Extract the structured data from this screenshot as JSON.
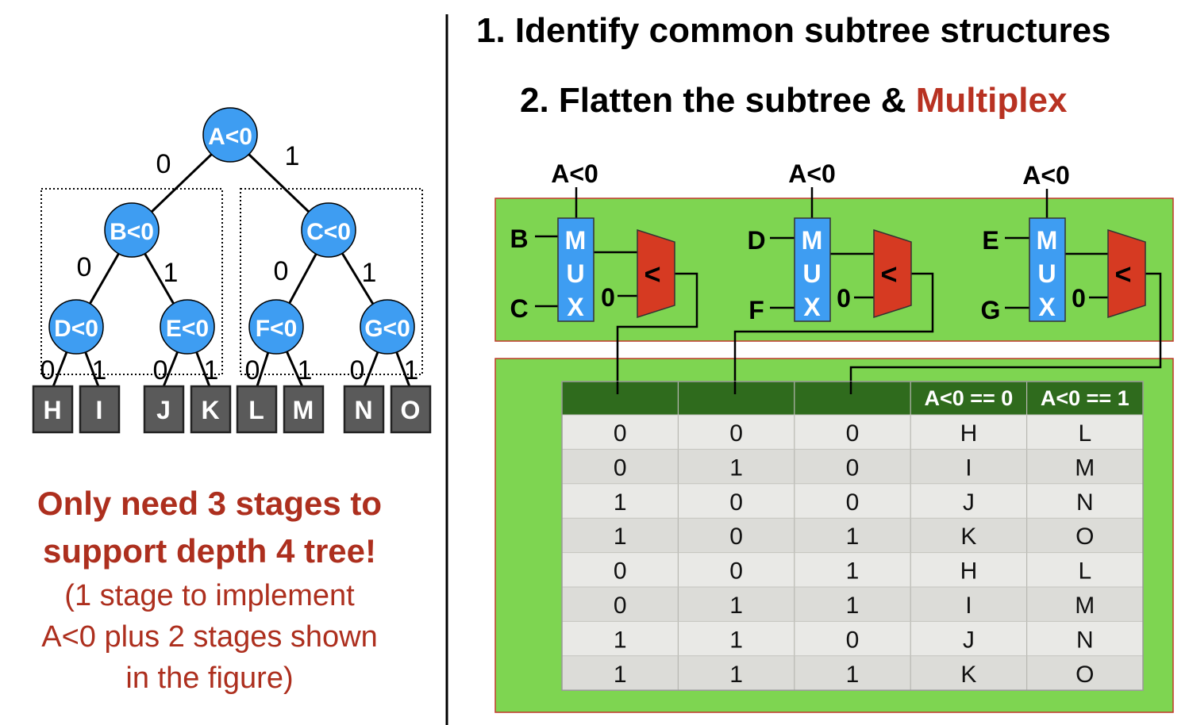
{
  "headings": {
    "step1": "1. Identify common subtree structures",
    "step2_prefix": "2. Flatten the subtree & ",
    "step2_accent": "Multiplex"
  },
  "tree": {
    "root": "A<0",
    "level1": [
      "B<0",
      "C<0"
    ],
    "level2": [
      "D<0",
      "E<0",
      "F<0",
      "G<0"
    ],
    "leaves": [
      "H",
      "I",
      "J",
      "K",
      "L",
      "M",
      "N",
      "O"
    ],
    "edge_labels": {
      "left": "0",
      "right": "1"
    }
  },
  "caption": {
    "bold_line1": "Only need 3 stages to",
    "bold_line2": "support depth 4 tree!",
    "line3": "(1 stage to implement",
    "line4": "A<0 plus 2 stages shown",
    "line5": "in the figure)"
  },
  "muxes": [
    {
      "select": "A<0",
      "in_top": "B",
      "in_bottom": "C",
      "mux_letters": [
        "M",
        "U",
        "X"
      ],
      "const": "0",
      "cmp": "<"
    },
    {
      "select": "A<0",
      "in_top": "D",
      "in_bottom": "F",
      "mux_letters": [
        "M",
        "U",
        "X"
      ],
      "const": "0",
      "cmp": "<"
    },
    {
      "select": "A<0",
      "in_top": "E",
      "in_bottom": "G",
      "mux_letters": [
        "M",
        "U",
        "X"
      ],
      "const": "0",
      "cmp": "<"
    }
  ],
  "table": {
    "headers": [
      "",
      "",
      "",
      "A<0 == 0",
      "A<0 == 1"
    ],
    "rows": [
      [
        "0",
        "0",
        "0",
        "H",
        "L"
      ],
      [
        "0",
        "1",
        "0",
        "I",
        "M"
      ],
      [
        "1",
        "0",
        "0",
        "J",
        "N"
      ],
      [
        "1",
        "0",
        "1",
        "K",
        "O"
      ],
      [
        "0",
        "0",
        "1",
        "H",
        "L"
      ],
      [
        "0",
        "1",
        "1",
        "I",
        "M"
      ],
      [
        "1",
        "1",
        "0",
        "J",
        "N"
      ],
      [
        "1",
        "1",
        "1",
        "K",
        "O"
      ]
    ]
  },
  "colors": {
    "node": "#3e9df2",
    "leaf": "#5a5a5a",
    "accent": "#b83222",
    "green": "#7ed551",
    "dark_green": "#2f6b1d",
    "mux": "#3e9df2",
    "comparator": "#d63a22",
    "table_odd": "#e9e9e6",
    "table_even": "#dcdcd8"
  }
}
